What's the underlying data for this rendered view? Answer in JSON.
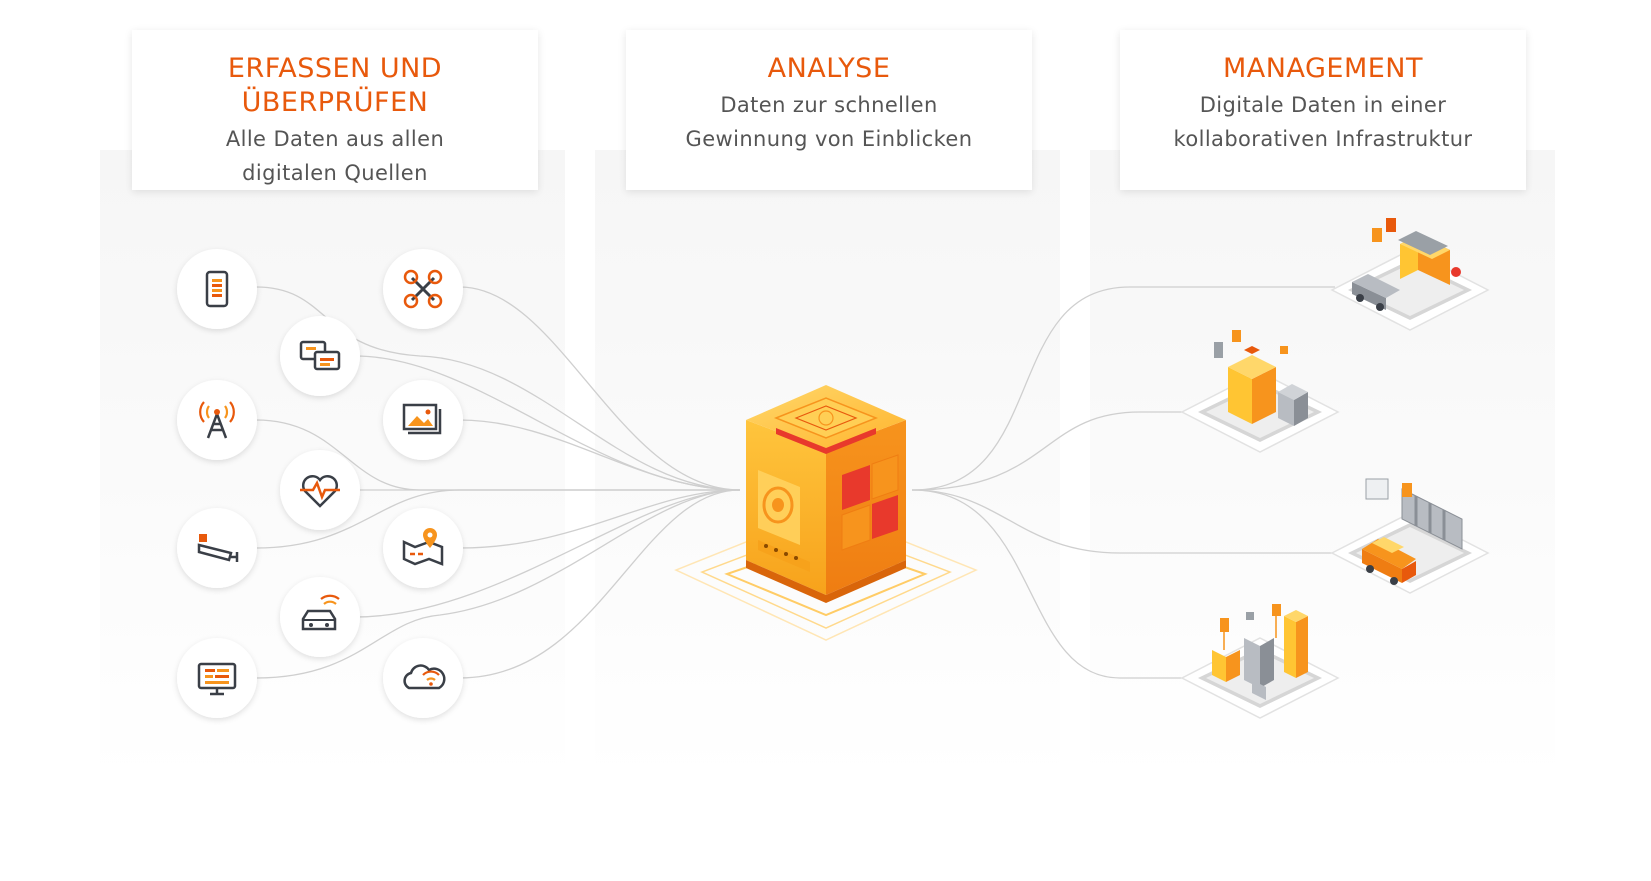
{
  "panels": [
    {
      "title": "ERFASSEN UND ÜBERPRÜFEN",
      "lines": [
        "Alle Daten aus allen",
        "digitalen Quellen"
      ]
    },
    {
      "title": "ANALYSE",
      "lines": [
        "Daten zur schnellen",
        "Gewinnung von Einblicken"
      ]
    },
    {
      "title": "MANAGEMENT",
      "lines": [
        "Digitale Daten in einer",
        "kollaborativen Infrastruktur"
      ]
    }
  ],
  "source_icons": [
    "smartphone-icon",
    "drone-icon",
    "chat-messages-icon",
    "antenna-tower-icon",
    "image-gallery-icon",
    "heart-rate-icon",
    "security-camera-icon",
    "map-pin-icon",
    "connected-car-icon",
    "monitor-document-icon",
    "cloud-wifi-icon"
  ],
  "hub": "analytics-cube",
  "outputs": [
    "parking-garage-scene",
    "smart-office-building-scene",
    "ev-charging-scene",
    "smart-city-scene"
  ],
  "colors": {
    "accent": "#e8590c",
    "orange": "#f7941d",
    "yellow": "#ffc533",
    "dark_icon": "#3a3f47",
    "grey": "#9aa0a6",
    "line": "#cfcfcf"
  }
}
